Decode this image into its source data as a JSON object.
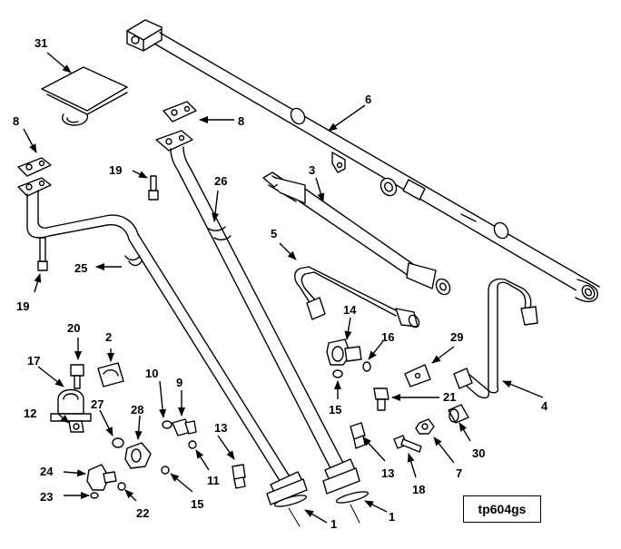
{
  "figure_id": "tp604gs",
  "callouts": {
    "c1a": "1",
    "c1b": "1",
    "c2": "2",
    "c3": "3",
    "c4": "4",
    "c5": "5",
    "c6": "6",
    "c7": "7",
    "c8a": "8",
    "c8b": "8",
    "c9": "9",
    "c10": "10",
    "c11": "11",
    "c12": "12",
    "c13a": "13",
    "c13b": "13",
    "c14": "14",
    "c15a": "15",
    "c15b": "15",
    "c16": "16",
    "c17": "17",
    "c18": "18",
    "c19a": "19",
    "c19b": "19",
    "c20": "20",
    "c21": "21",
    "c22": "22",
    "c23": "23",
    "c24": "24",
    "c25": "25",
    "c26": "26",
    "c27": "27",
    "c28": "28",
    "c29": "29",
    "c30": "30",
    "c31": "31"
  }
}
